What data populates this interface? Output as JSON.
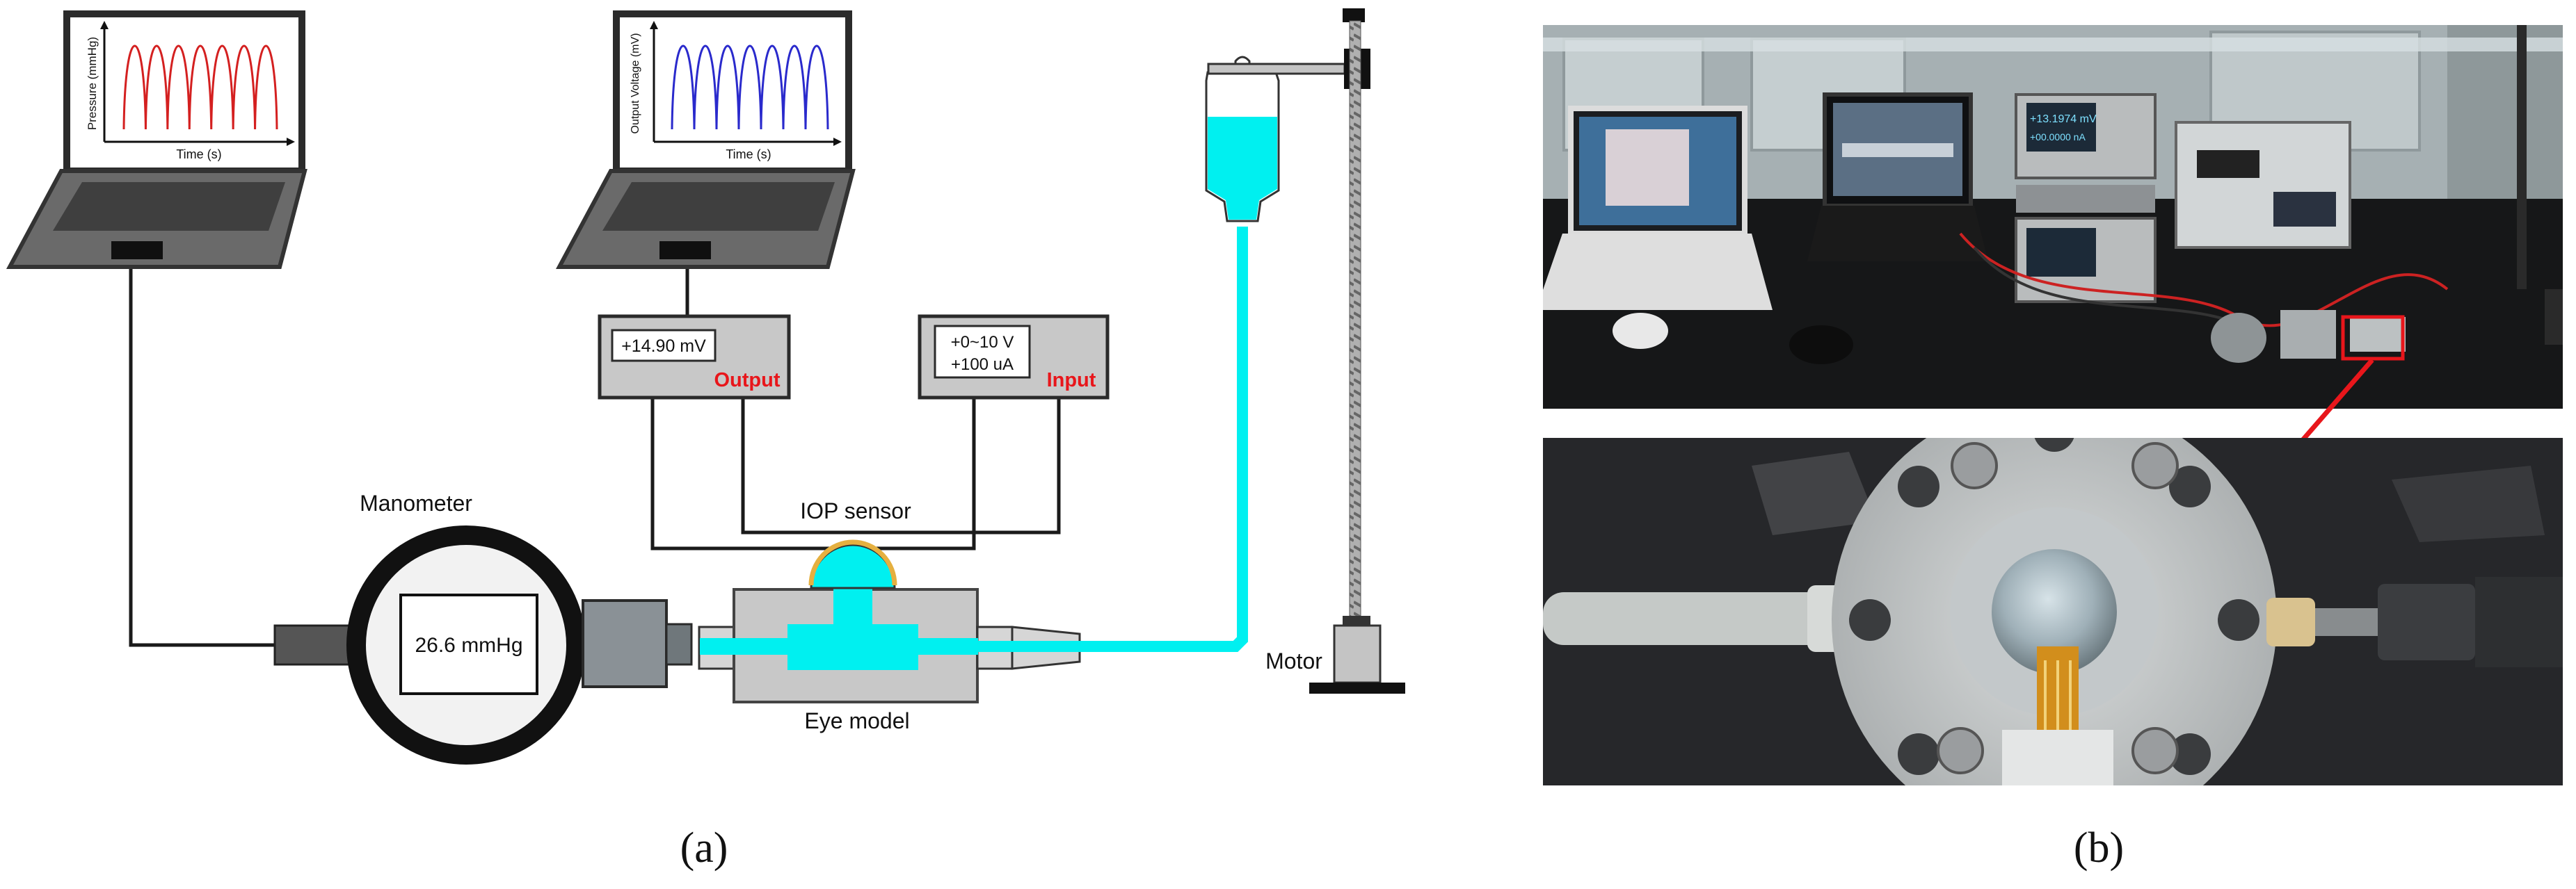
{
  "panel_a": {
    "laptop_left": {
      "y_axis_label": "Pressure (mmHg)",
      "x_axis_label": "Time (s)",
      "trace_color": "#d42020"
    },
    "laptop_mid": {
      "y_axis_label": "Output Voltage (mV)",
      "x_axis_label": "Time (s)",
      "trace_color": "#2a2acc"
    },
    "output_box": {
      "reading": "+14.90 mV",
      "label": "Output"
    },
    "input_box": {
      "reading_line1": "+0~10 V",
      "reading_line2": "+100 uA",
      "label": "Input"
    },
    "iop_sensor_label": "IOP sensor",
    "manometer": {
      "label": "Manometer",
      "reading": "26.6 mmHg"
    },
    "eye_model_label": "Eye model",
    "motor_label": "Motor",
    "caption": "(a)",
    "colors": {
      "fluid": "#00f0f0",
      "accent_red": "#e8161b",
      "device_gray": "#c8c8c8",
      "sensor_gold": "#e5b040"
    }
  },
  "panel_b": {
    "top_photo": {
      "instrument_display_1": "+13.1974 mV",
      "instrument_display_2": "+00.0000 nA"
    },
    "caption": "(b)"
  }
}
